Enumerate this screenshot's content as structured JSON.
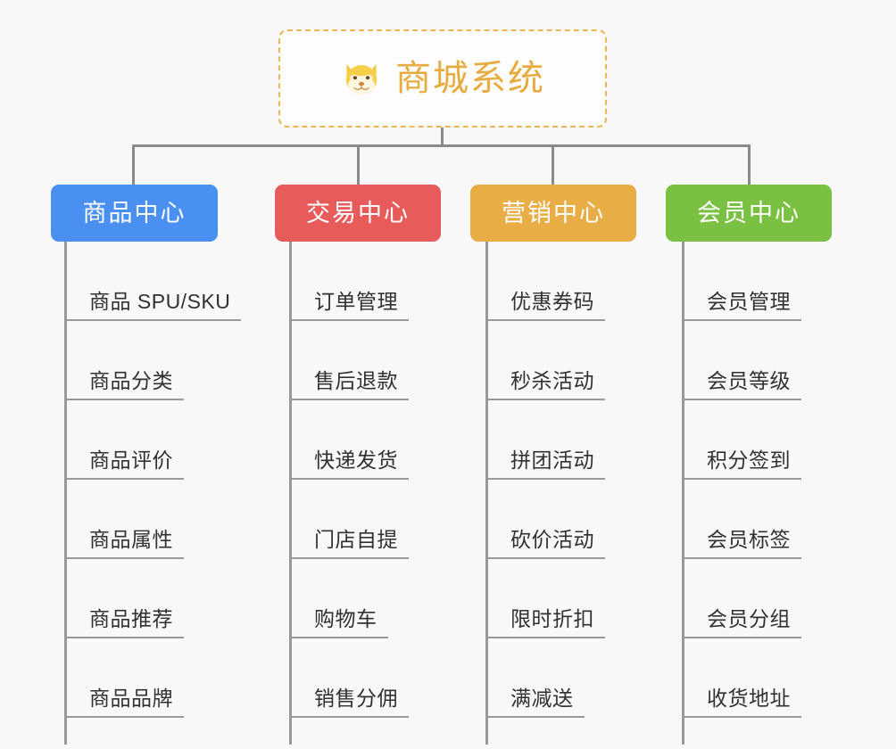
{
  "page": {
    "background_color": "#f8f8f9",
    "connector_color": "#888a8c"
  },
  "root": {
    "title": "商城系统",
    "icon": "shiba-dog-face-icon",
    "border_color": "#edb553",
    "text_color": "#e8ab3f",
    "background_color": "#fdfdfd"
  },
  "columns": [
    {
      "title": "商品中心",
      "color": "#4990f0",
      "text_color": "#ffffff",
      "items": [
        "商品 SPU/SKU",
        "商品分类",
        "商品评价",
        "商品属性",
        "商品推荐",
        "商品品牌"
      ]
    },
    {
      "title": "交易中心",
      "color": "#e85b5b",
      "text_color": "#ffffff",
      "items": [
        "订单管理",
        "售后退款",
        "快递发货",
        "门店自提",
        "购物车",
        "销售分佣"
      ]
    },
    {
      "title": "营销中心",
      "color": "#e9ad45",
      "text_color": "#ffffff",
      "items": [
        "优惠券码",
        "秒杀活动",
        "拼团活动",
        "砍价活动",
        "限时折扣",
        "满减送"
      ]
    },
    {
      "title": "会员中心",
      "color": "#7ac143",
      "text_color": "#ffffff",
      "items": [
        "会员管理",
        "会员等级",
        "积分签到",
        "会员标签",
        "会员分组",
        "收货地址"
      ]
    }
  ]
}
